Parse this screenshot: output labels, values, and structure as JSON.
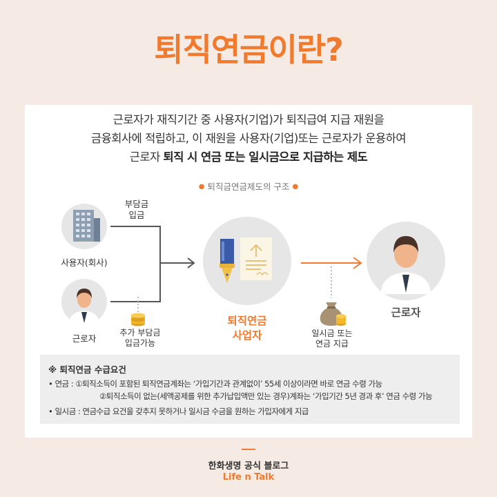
{
  "title": "퇴직연금이란?",
  "intro": {
    "line1": "근로자가 재직기간 중 사용자(기업)가 퇴직급여 지급 재원을",
    "line2": "금융회사에 적립하고, 이 재원을 사용자(기업)또는 근로자가 운용하여",
    "line3_plain": "근로자 ",
    "line3_bold": "퇴직 시 연금 또는 일시금으로 지급하는 제도"
  },
  "structure_title": "퇴직금연금제도의 구조",
  "diagram": {
    "employer_label": "사용자(회사)",
    "employer_flow": [
      "부담금",
      "입금"
    ],
    "worker_label": "근로자",
    "worker_flow": [
      "추가 부담금",
      "입금가능"
    ],
    "provider_label": [
      "퇴직연금",
      "사업자"
    ],
    "payout_label": [
      "일시금 또는",
      "연금 지급"
    ],
    "recipient_label": "근로자"
  },
  "requirements": {
    "title": "※ 퇴직연금 수급요건",
    "pension_1": "• 연금 : ①퇴직소득이 포함된 퇴직연금계좌는 ‘가입기간과 관계없이’ 55세 이상이라면 바로 연금 수령 가능",
    "pension_2": "②퇴직소득이 없는(세액공제를 위한 추가납입액만 있는 경우)계좌는 ‘가입기간 5년 경과 후’ 연금 수령 가능",
    "lump_sum": "• 일시금 : 연금수급 요건을 갖추지 못하거나 일시금 수금을 원하는 가입자에게 지급"
  },
  "footer": {
    "line1": "한화생명 공식 블로그",
    "line2": "Life n Talk"
  },
  "colors": {
    "accent": "#f07a2d",
    "background": "#f5ebe4",
    "circle": "#e6e6e6"
  }
}
